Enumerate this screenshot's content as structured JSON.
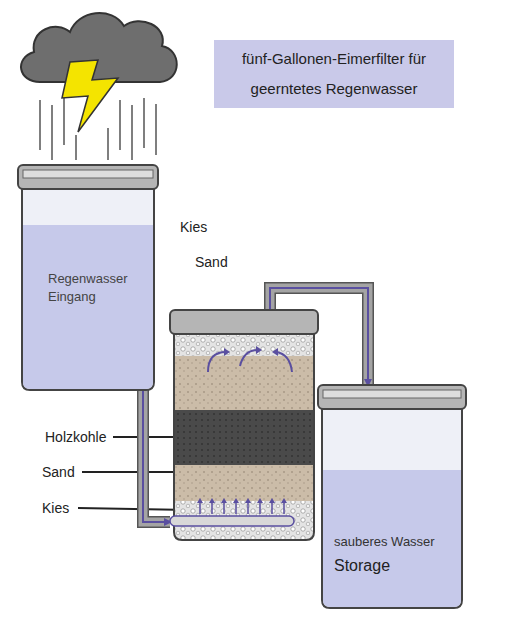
{
  "diagram": {
    "title": "fünf-Gallonen-Eimerfilter für geerntetes Regenwasser",
    "nodes": [
      {
        "text": [
          "Regenwasser Eingang"
        ]
      },
      {
        "text": [
          "Kies",
          "Sand",
          "Holzkohle",
          "Sand",
          "Kies"
        ]
      },
      {
        "text": [
          "sauberes Wasser",
          "Storage"
        ]
      }
    ],
    "edges": [
      {
        "from": 0,
        "to": 1,
        "arrow": "to"
      },
      {
        "from": 1,
        "to": 2,
        "arrow": "to"
      }
    ]
  }
}
